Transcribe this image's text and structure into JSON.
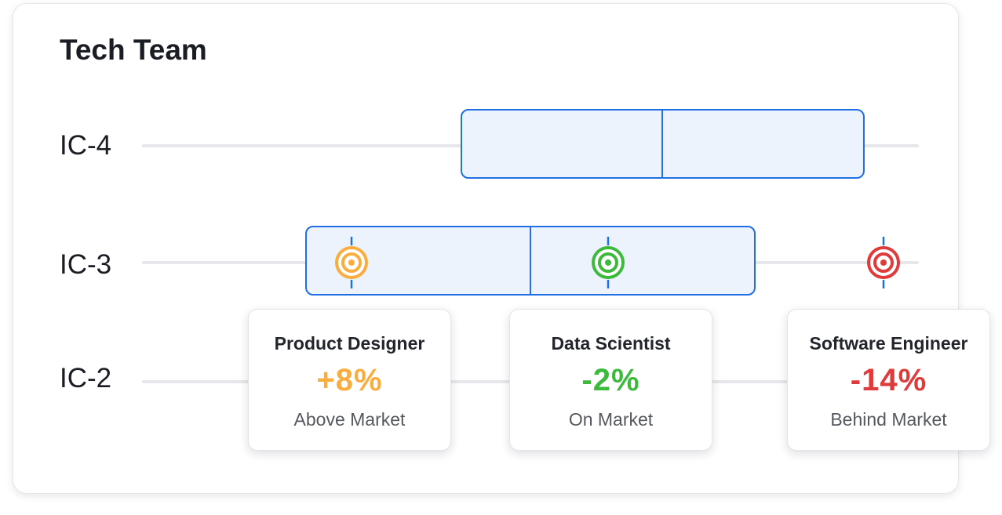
{
  "chart_data": {
    "type": "box",
    "title": "Tech Team",
    "rows": [
      {
        "label": "IC-4",
        "range": {
          "min": 0.41,
          "median": 0.67,
          "max": 0.93
        }
      },
      {
        "label": "IC-3",
        "range": {
          "min": 0.21,
          "median": 0.5,
          "max": 0.79
        }
      },
      {
        "label": "IC-2",
        "range": null
      }
    ],
    "points": [
      {
        "role": "Product Designer",
        "row": "IC-3",
        "position": 0.27,
        "diff": "+8%",
        "status": "Above Market",
        "color": "#f9ad3f"
      },
      {
        "role": "Data Scientist",
        "row": "IC-3",
        "position": 0.6,
        "diff": "-2%",
        "status": "On Market",
        "color": "#3dba3d"
      },
      {
        "role": "Software Engineer",
        "row": "IC-3",
        "position": 0.955,
        "diff": "-14%",
        "status": "Behind Market",
        "color": "#e03a3a"
      }
    ],
    "colors": {
      "range_fill": "#edf3fd",
      "range_stroke": "#1f6fe5",
      "track": "#e6e7ea"
    }
  }
}
